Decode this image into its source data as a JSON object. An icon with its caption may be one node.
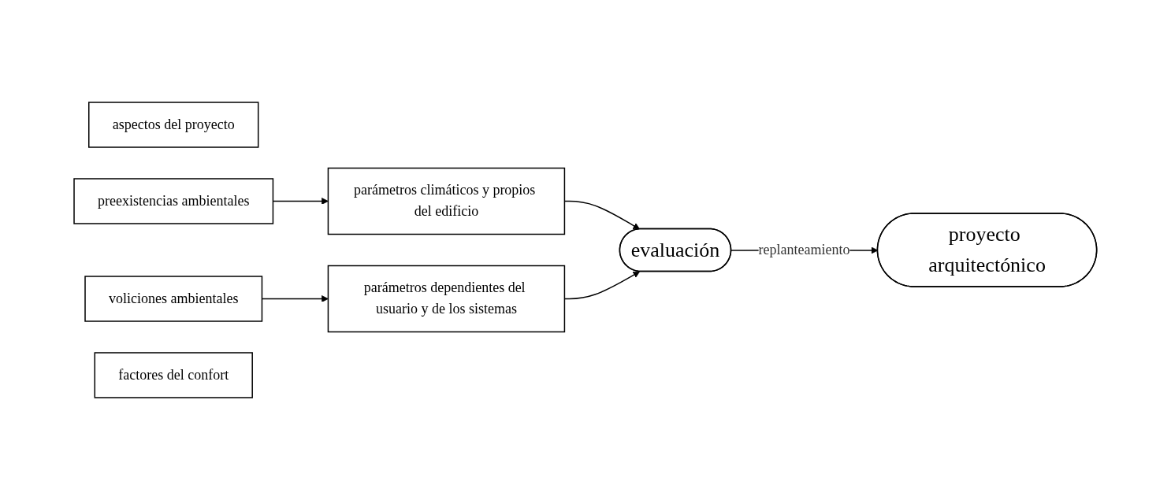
{
  "diagram": {
    "nodes": [
      {
        "text": [
          "aspectos del proyecto"
        ]
      },
      {
        "text": [
          "preexistencias ambientales"
        ]
      },
      {
        "text": [
          "parámetros climáticos y propios del edificio"
        ]
      },
      {
        "text": [
          "proyecto arquitectónico"
        ]
      },
      {
        "text": [
          "evaluación"
        ]
      },
      {
        "text": [
          "voliciones ambientales"
        ]
      },
      {
        "text": [
          "parámetros dependientes del usuario y de los sistemas"
        ]
      },
      {
        "text": [
          "factores del confort"
        ]
      }
    ],
    "edges": [
      {
        "from": 1,
        "to": 2,
        "arrow": "to"
      },
      {
        "from": 2,
        "to": 4,
        "arrow": "to"
      },
      {
        "from": 6,
        "to": 4,
        "arrow": "to"
      },
      {
        "from": 5,
        "to": 6,
        "arrow": "to"
      },
      {
        "from": 4,
        "to": 3,
        "arrow": "to",
        "label": "replanteamiento"
      }
    ]
  }
}
